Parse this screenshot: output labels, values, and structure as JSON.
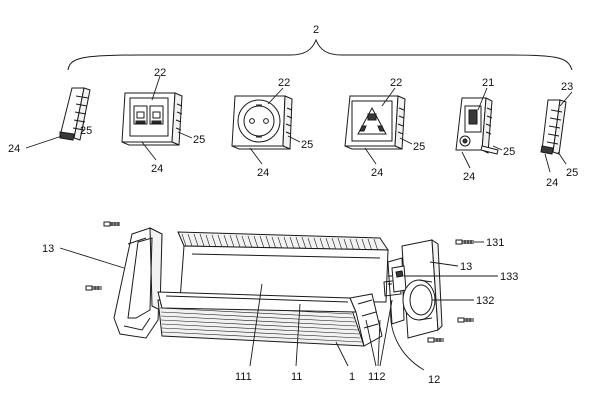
{
  "labels": {
    "group": "2",
    "m1_24": "24",
    "m1_25": "25",
    "m2_22": "22",
    "m2_25": "25",
    "m2_24": "24",
    "m3_22": "22",
    "m3_25": "25",
    "m3_24": "24",
    "m4_22": "22",
    "m4_25": "25",
    "m4_24": "24",
    "m5_21": "21",
    "m5_25": "25",
    "m5_24": "24",
    "m6_23": "23",
    "m6_25": "25",
    "m6_24": "24",
    "l13_left": "13",
    "l131": "131",
    "l13_right": "13",
    "l133": "133",
    "l132": "132",
    "l111": "111",
    "l11": "11",
    "l1": "1",
    "l112": "112",
    "l12": "12"
  }
}
